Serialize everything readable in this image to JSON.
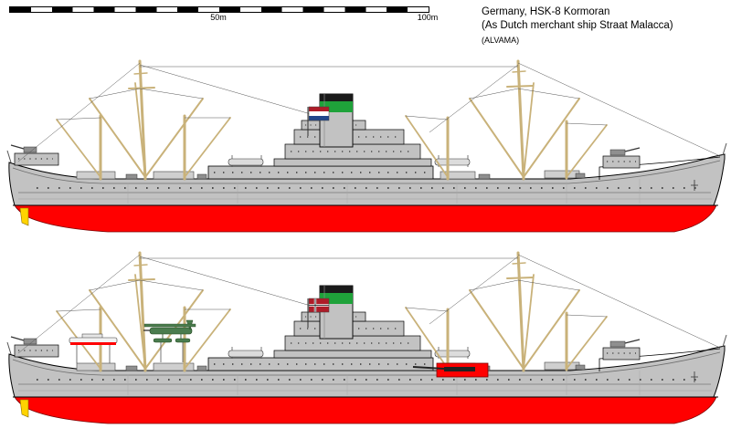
{
  "header": {
    "title_line1": "Germany, HSK-8 Kormoran",
    "title_line2": "(As Dutch merchant ship Straat Malacca)",
    "attribution": "(ALVAMA)"
  },
  "scalebar": {
    "label_50": "50m",
    "label_100": "100m"
  },
  "colors": {
    "hull": "#c2c2c2",
    "red": "#ff0000",
    "funnel_green": "#1fa23a",
    "funnel_cap": "#1a1a1a",
    "mast_tan": "#c9b27a",
    "rudder_yellow": "#ffd400",
    "flag_red": "#ae1c28",
    "flag_white": "#ffffff",
    "flag_blue": "#21468b",
    "plane_green": "#4a7c4e"
  }
}
